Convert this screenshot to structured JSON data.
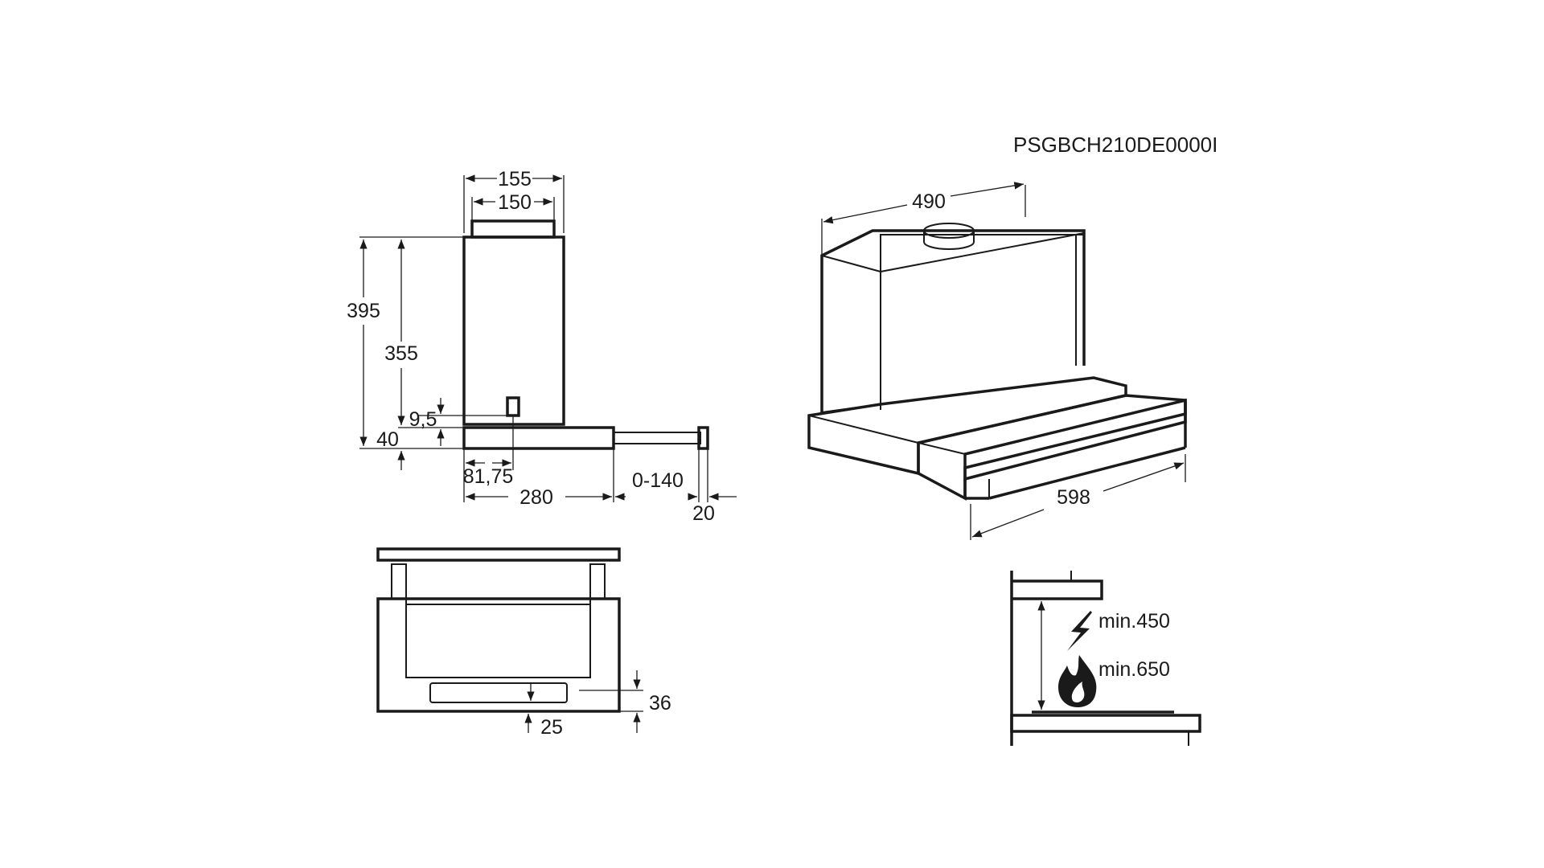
{
  "model_code": "PSGBCH210DE0000I",
  "dimensions": {
    "top_width_outer": "155",
    "top_width_inner": "150",
    "height_total": "395",
    "height_body": "355",
    "offset_small": "9,5",
    "drawer_height": "40",
    "duct_offset": "81,75",
    "depth": "280",
    "extension": "0-140",
    "front_thickness": "20",
    "iso_depth": "490",
    "iso_width": "598",
    "front_gap_top": "36",
    "front_gap_bottom": "25"
  },
  "clearance": {
    "electric_label": "min.450",
    "gas_label": "min.650",
    "electric_icon": "lightning-bolt-icon",
    "gas_icon": "gas-flame-icon"
  },
  "colors": {
    "line": "#1a1a1a",
    "background": "#ffffff"
  }
}
